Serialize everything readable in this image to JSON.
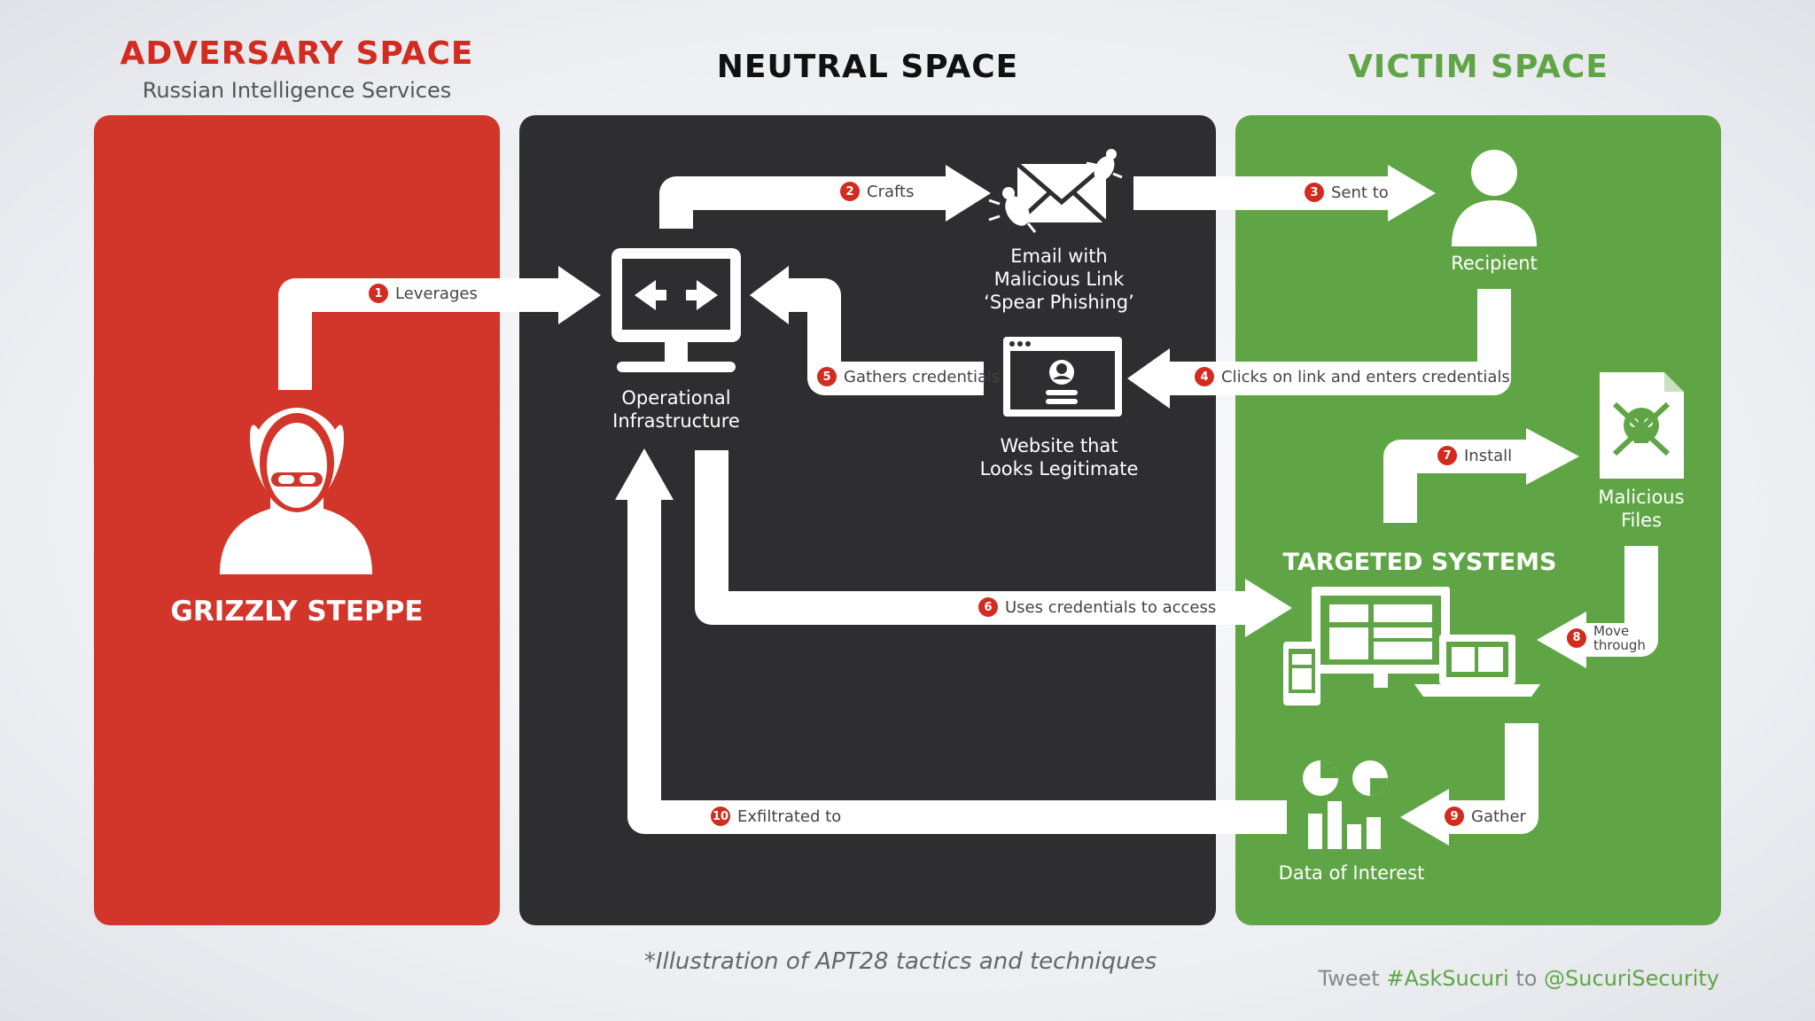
{
  "columns": {
    "adversary": {
      "title": "ADVERSARY SPACE",
      "subtitle": "Russian Intelligence Services",
      "actor": "GRIZZLY STEPPE"
    },
    "neutral": {
      "title": "NEUTRAL SPACE"
    },
    "victim": {
      "title": "VICTIM SPACE"
    }
  },
  "nodes": {
    "operational": "Operational Infrastructure",
    "email_line1": "Email with",
    "email_line2": "Malicious Link",
    "email_line3": "‘Spear Phishing’",
    "website_line1": "Website that",
    "website_line2": "Looks Legitimate",
    "recipient": "Recipient",
    "malicious_line1": "Malicious",
    "malicious_line2": "Files",
    "targeted": "TARGETED SYSTEMS",
    "data_interest": "Data of Interest"
  },
  "steps": [
    {
      "num": "1",
      "label": "Leverages"
    },
    {
      "num": "2",
      "label": "Crafts"
    },
    {
      "num": "3",
      "label": "Sent to"
    },
    {
      "num": "4",
      "label": "Clicks on link and enters credentials"
    },
    {
      "num": "5",
      "label": "Gathers credentials"
    },
    {
      "num": "6",
      "label": "Uses credentials to access"
    },
    {
      "num": "7",
      "label": "Install"
    },
    {
      "num": "8",
      "label_line1": "Move",
      "label_line2": "through"
    },
    {
      "num": "9",
      "label": "Gather"
    },
    {
      "num": "10",
      "label": "Exfiltrated to"
    }
  ],
  "footer": {
    "caption": "*Illustration of APT28 tactics and techniques",
    "tweet": "Tweet",
    "hashtag": "#AskSucuri",
    "to": "to",
    "handle": "@SucuriSecurity"
  },
  "colors": {
    "adversary": "#d2352a",
    "neutral": "#2e2e30",
    "victim": "#5fa545",
    "step_badge": "#d22b20",
    "hashtag": "#5fa545"
  }
}
